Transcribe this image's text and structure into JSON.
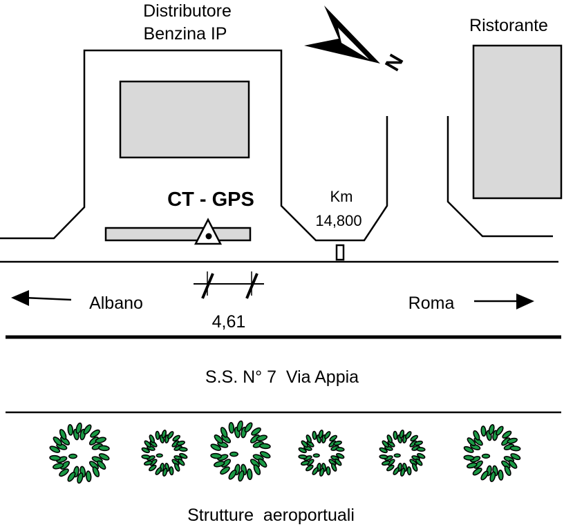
{
  "labels": {
    "station_line1": "Distributore",
    "station_line2": "Benzina IP",
    "restaurant": "Ristorante",
    "marker": "CT - GPS",
    "km_label": "Km",
    "km_value": "14,800",
    "direction_left": "Albano",
    "direction_right": "Roma",
    "distance": "4,61",
    "road": "S.S. N° 7  Via Appia",
    "bottom_area": "Strutture  aeroportuali",
    "north": "N"
  },
  "colors": {
    "building_fill": "#d9d9d9",
    "tree_leaf": "#1a9a45",
    "line": "#000000"
  },
  "trees_count": 6
}
